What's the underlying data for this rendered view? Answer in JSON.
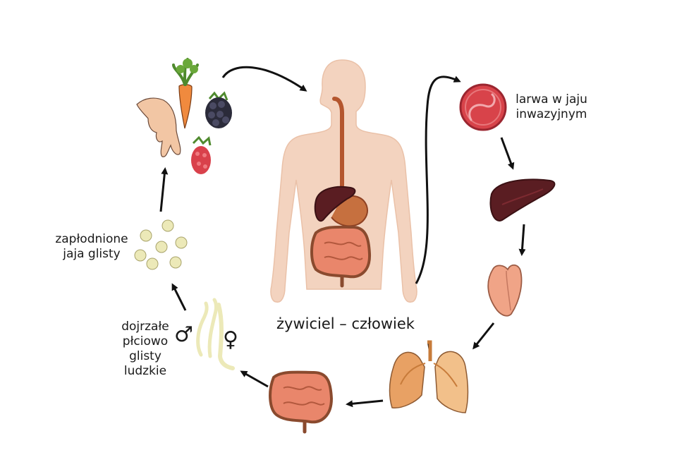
{
  "labels": {
    "host": "żywiciel – człowiek",
    "larva_line1": "larwa w jaju",
    "larva_line2": "inwazyjnym",
    "eggs_line1": "zapłodnione",
    "eggs_line2": "jaja glisty",
    "adults_line1": "dojrzałe",
    "adults_line2": "płciowo",
    "adults_line3": "glisty",
    "adults_line4": "ludzkie"
  },
  "symbols": {
    "male": "♂",
    "female": "♀"
  },
  "colors": {
    "skin": "#f3d3bf",
    "liver": "#5a1d22",
    "intestine": "#e9866b",
    "egg_red": "#d8434a",
    "lungs": "#e8a164",
    "heart": "#f0a487",
    "eggs": "#ece9b8",
    "arrow": "#111111"
  },
  "icons": [
    "hand-icon",
    "carrot-icon",
    "blackberry-icon",
    "raspberry-icon",
    "liver-icon",
    "heart-icon",
    "lungs-icon",
    "intestine-icon",
    "worms-icon",
    "eggs-icon"
  ]
}
